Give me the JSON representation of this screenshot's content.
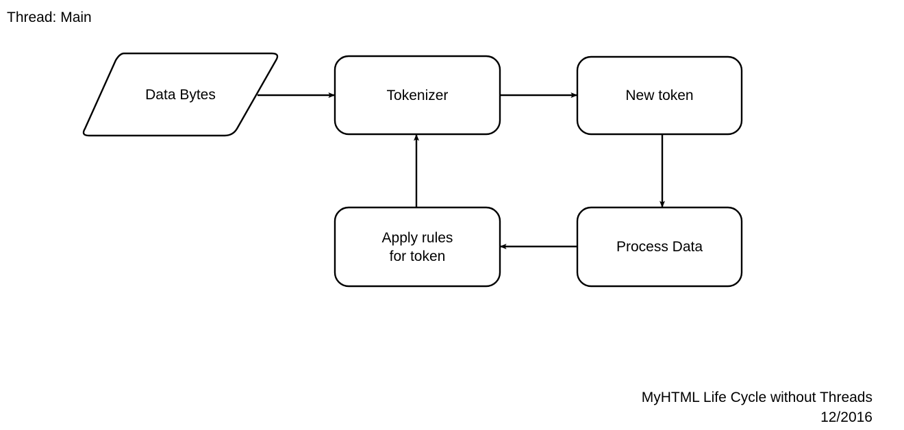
{
  "page": {
    "title": "MyHTML Life Cycle without Threads",
    "background_color": "#ffffff",
    "stroke_color": "#000000",
    "text_color": "#000000"
  },
  "thread_label": "Thread: Main",
  "nodes": [
    {
      "id": "data-bytes",
      "label": "Data Bytes",
      "shape": "parallelogram"
    },
    {
      "id": "tokenizer",
      "label": "Tokenizer",
      "shape": "rounded-rect"
    },
    {
      "id": "new-token",
      "label": "New token",
      "shape": "rounded-rect"
    },
    {
      "id": "apply-rules",
      "label": "Apply rules\nfor token",
      "shape": "rounded-rect"
    },
    {
      "id": "process-data",
      "label": "Process Data",
      "shape": "rounded-rect"
    }
  ],
  "edges": [
    {
      "id": "edge-data-bytes-to-tokenizer",
      "from": "data-bytes",
      "to": "tokenizer",
      "direction": "right"
    },
    {
      "id": "edge-tokenizer-to-new-token",
      "from": "tokenizer",
      "to": "new-token",
      "direction": "right"
    },
    {
      "id": "edge-new-token-to-process-data",
      "from": "new-token",
      "to": "process-data",
      "direction": "down"
    },
    {
      "id": "edge-process-data-to-apply-rules",
      "from": "process-data",
      "to": "apply-rules",
      "direction": "left"
    },
    {
      "id": "edge-apply-rules-to-tokenizer",
      "from": "apply-rules",
      "to": "tokenizer",
      "direction": "up"
    }
  ],
  "caption": {
    "line1": "MyHTML Life Cycle without Threads",
    "line2": "12/2016"
  }
}
